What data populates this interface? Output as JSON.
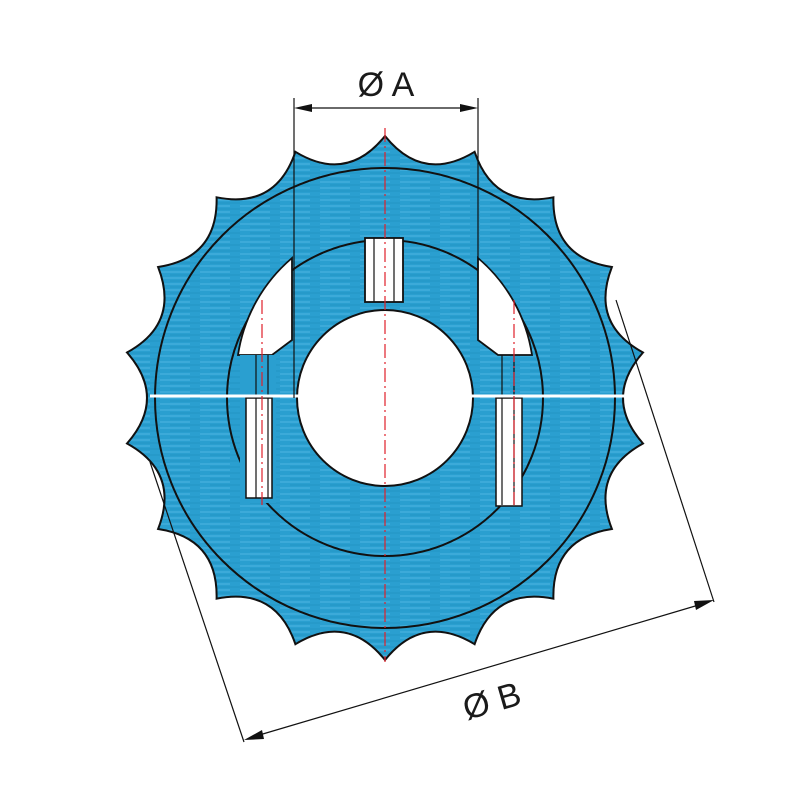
{
  "diagram": {
    "dimension_a_label": "Ø A",
    "dimension_b_label": "Ø B",
    "colors": {
      "fill": "#2a9fd0",
      "fill_light": "#5cc0e8",
      "outline": "#111111",
      "center_line": "#e0202a",
      "background": "#ffffff"
    },
    "teeth_count": 18
  }
}
